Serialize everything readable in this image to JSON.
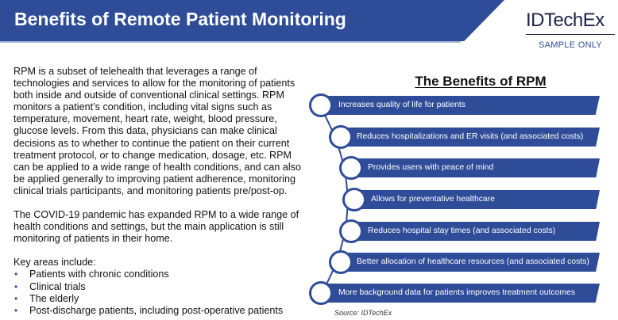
{
  "header": {
    "title": "Benefits of Remote Patient Monitoring",
    "logo_text": "IDTechEx",
    "logo_subtext": "SAMPLE ONLY",
    "brand_color": "#2f4c99"
  },
  "left": {
    "paragraph1": "RPM is a subset of telehealth that leverages a range of technologies and services to allow for the monitoring of patients both inside and outside of conventional clinical settings. RPM monitors a patient’s condition, including vital signs such as temperature, movement, heart rate, weight, blood pressure, glucose levels. From this data, physicians can make clinical decisions as to whether to continue the patient on their current treatment protocol, or to change medication, dosage, etc. RPM can be applied to a wide range of health conditions, and can also be applied generally to improving patient adherence, monitoring clinical trials participants, and monitoring patients pre/post-op.",
    "paragraph2": "The COVID-19 pandemic has expanded RPM to a wide range of health conditions and settings, but the main application is still monitoring of patients in their home.",
    "key_areas_label": "Key areas include:",
    "bullets": [
      "Patients with chronic conditions",
      "Clinical trials",
      "The elderly",
      "Post-discharge patients, including post-operative patients"
    ]
  },
  "right": {
    "heading": "The Benefits of RPM",
    "benefits": [
      "Increases quality of life for patients",
      "Reduces hospitalizations and ER visits (and associated costs)",
      "Provides users with peace of mind",
      "Allows for preventative healthcare",
      "Reduces hospital stay times (and associated costs)",
      "Better allocation of healthcare resources (and associated costs)",
      "More background data for patients improves treatment outcomes"
    ],
    "source": "Source: IDTechEx"
  }
}
